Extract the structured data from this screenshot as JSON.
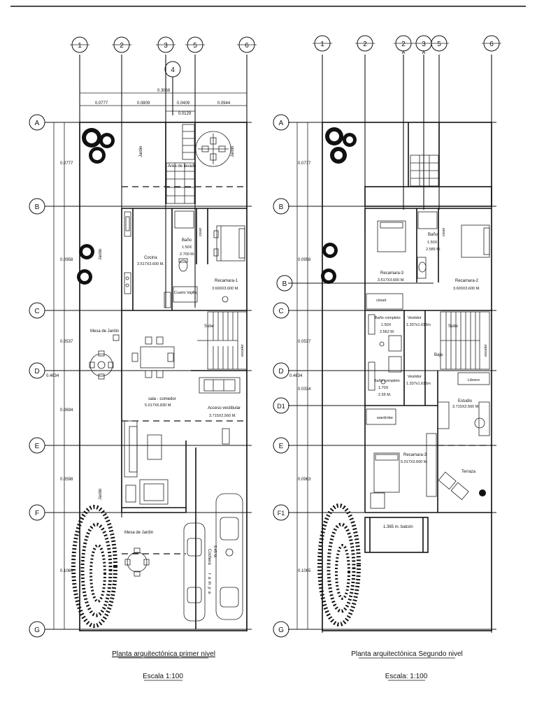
{
  "plan1": {
    "col_labels": [
      "1",
      "2",
      "3",
      "5",
      "6"
    ],
    "col4_label": "4",
    "row_labels": [
      "A",
      "B",
      "C",
      "D",
      "E",
      "F",
      "G"
    ],
    "top_total": "0.3068",
    "top_dims": [
      "0.0777",
      "0.0809",
      "0.0409",
      "0.0944"
    ],
    "top_sub": "0.0129",
    "left_dims": [
      "0.0777",
      "0.0958",
      "0.0537",
      "0.0694",
      "0.0598",
      "0.1069"
    ],
    "left_total": "0.4634",
    "rooms": {
      "jardin_top": "Jardin",
      "terraza_label": "Jardin",
      "area_lavado": "Área de lavado",
      "jardin_left": "Jardin",
      "cocina": "Cocina",
      "cocina_dim": "3.517X3.600 M.",
      "bano": "Baño",
      "bano_dim1": "1.50X",
      "bano_dim2": "2.700 M.",
      "recamara1": "Recamara-1",
      "recamara1_dim": "3.600X3.600 M.",
      "cuarto_vajilla": "Cuarto Vajilla",
      "coset": "coset",
      "mesa_jardin1": "Mesa de Jardín",
      "sube": "Sube",
      "escaler": "escaler",
      "sala": "sala - comedor",
      "sala_dim": "5.017X6.830 M.",
      "acceso": "Acceso vestibular",
      "acceso_dim": "3.715X2.560 M.",
      "jardin_bottom": "Jardin",
      "mesa_jardin2": "Mesa de Jardín",
      "cochera": "Cochera",
      "cochera_dim": "5.45 M.",
      "rampa": "rampa"
    },
    "title": "Planta  arquitectónica primer nivel",
    "scale": "Escala 1:100"
  },
  "plan2": {
    "col_labels": [
      "1",
      "2",
      "2",
      "3",
      "5",
      "6"
    ],
    "col_sub": [
      "A",
      "A"
    ],
    "row_labels": [
      "A",
      "B",
      "B",
      "C",
      "D",
      "D1",
      "E",
      "F1",
      "G"
    ],
    "left_dims": [
      "0.0777",
      "0.0958",
      "0.0537",
      "0.0334",
      "0.0963",
      "0.1065"
    ],
    "left_total": "0.4634",
    "rooms": {
      "recamara3a": "Recamara-3",
      "recamara3a_dim": "3.517X3.600 M.",
      "bano": "Baño",
      "bano_dim1": "1.50X",
      "bano_dim2": "2.585 M.",
      "recamara2": "Recamara-2",
      "recamara2_dim": "3.600X3.600 M.",
      "closet": "closet",
      "coset": "coset",
      "bano_completo1": "Baño completo",
      "bano_completo1_dim1": "1.50X",
      "bano_completo1_dim2": "2.562 M.",
      "vestidor1": "Vestidor",
      "vestidor1_dim": "1.337x1.615m",
      "sube": "Sube",
      "baja": "Baja",
      "escaler": "escaler",
      "bano_completo2": "Baño completo",
      "bano_completo2_dim1": "1.70X",
      "bano_completo2_dim2": "2.55 M.",
      "vestidor2": "Vestidor",
      "vestidor2_dim": "1.337x1.615m",
      "librero": "Librero",
      "estudio": "Estudio",
      "estudio_dim": "3.715X2.560 M.",
      "wardrobe": "wardrobe",
      "recamara3b": "Recamara-3",
      "recamara3b_dim": "5.017X3.600 M.",
      "terraza": "Terraza",
      "balcon": "1.365 m. balcón"
    },
    "title": "Planta arquitectónica Segundo nivel",
    "scale": "Escala: 1:100"
  }
}
